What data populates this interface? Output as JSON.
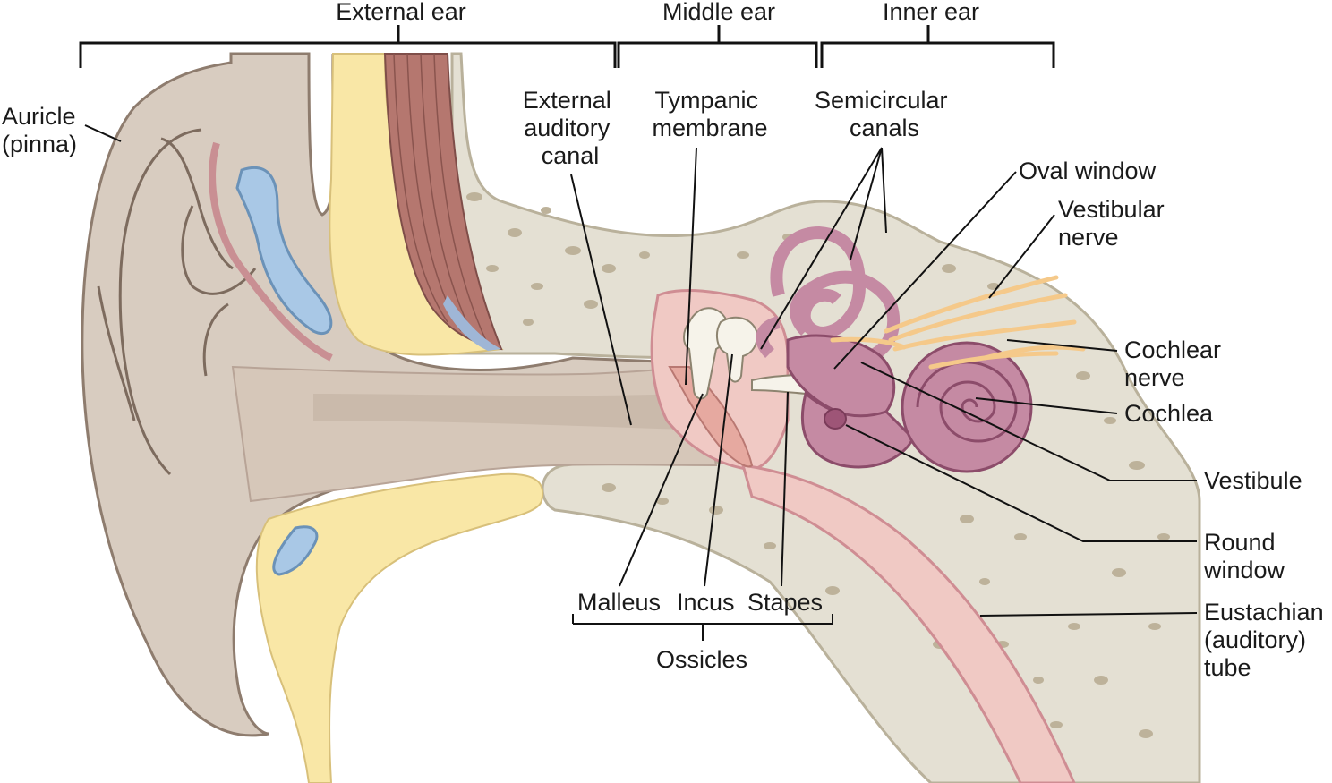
{
  "regions": {
    "external": "External ear",
    "middle": "Middle ear",
    "inner": "Inner ear"
  },
  "labels": {
    "auricle": [
      "Auricle",
      "(pinna)"
    ],
    "external_canal": [
      "External",
      "auditory",
      "canal"
    ],
    "tympanic": [
      "Tympanic",
      "membrane"
    ],
    "semicircular": [
      "Semicircular",
      "canals"
    ],
    "oval_window": "Oval window",
    "vestibular_nerve": [
      "Vestibular",
      "nerve"
    ],
    "cochlear_nerve": [
      "Cochlear",
      "nerve"
    ],
    "cochlea": "Cochlea",
    "vestibule": "Vestibule",
    "round_window": [
      "Round",
      "window"
    ],
    "eustachian": [
      "Eustachian",
      "(auditory)",
      "tube"
    ],
    "malleus": "Malleus",
    "incus": "Incus",
    "stapes": "Stapes",
    "ossicles": "Ossicles"
  },
  "colors": {
    "skin": "#d8ccc0",
    "skin_dark": "#bfb0a2",
    "fat": "#f9e7a6",
    "bone": "#e4e0d3",
    "bone_edge": "#b9b19b",
    "pink": "#f0c9c4",
    "pink_edge": "#cf8d93",
    "labyrinth": "#c58aa3",
    "labyrinth_edge": "#8c4c6a",
    "cartilage": "#a9c8e6",
    "muscle": "#b5776f",
    "nerve": "#f9d9a8",
    "ossicle": "#f6f3ea"
  }
}
